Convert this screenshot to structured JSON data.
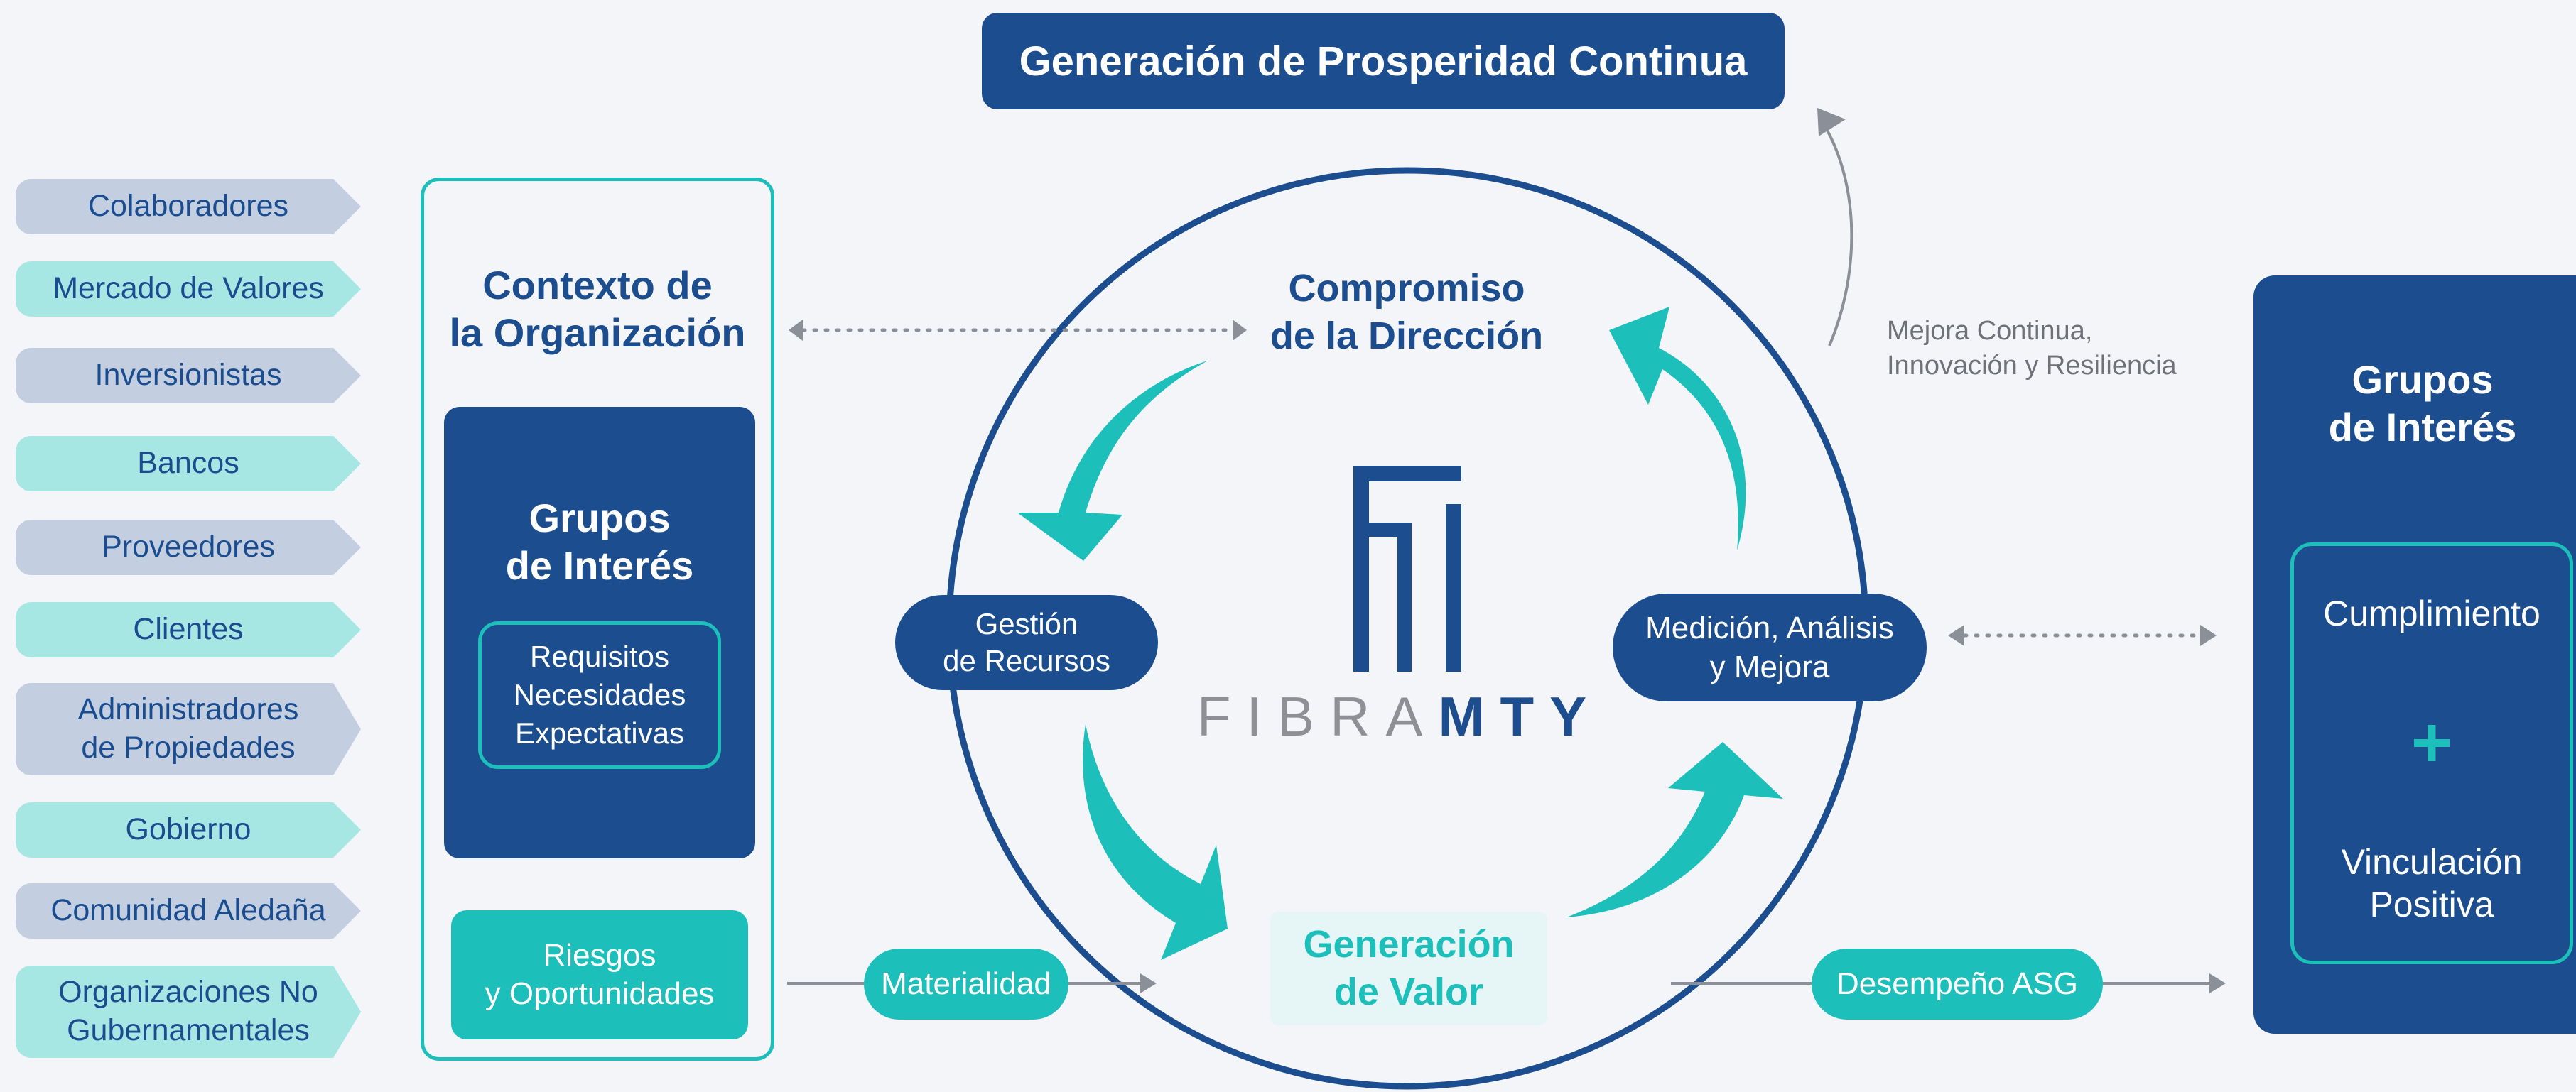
{
  "top_banner": "Generación de Prosperidad Continua",
  "stakeholders": [
    {
      "label": "Colaboradores",
      "style": "gray"
    },
    {
      "label": "Mercado de Valores",
      "style": "teal"
    },
    {
      "label": "Inversionistas",
      "style": "gray"
    },
    {
      "label": "Bancos",
      "style": "teal"
    },
    {
      "label": "Proveedores",
      "style": "gray"
    },
    {
      "label": "Clientes",
      "style": "teal"
    },
    {
      "label": "Administradores\nde Propiedades",
      "style": "gray"
    },
    {
      "label": "Gobierno",
      "style": "teal"
    },
    {
      "label": "Comunidad Aledaña",
      "style": "gray"
    },
    {
      "label": "Organizaciones No\nGubernamentales",
      "style": "teal"
    }
  ],
  "context_panel": {
    "title": "Contexto de\nla Organización",
    "stakeholders_box": {
      "title": "Grupos\nde Interés",
      "inner": "Requisitos\nNecesidades\nExpectativas"
    },
    "risks": "Riesgos\ny Oportunidades"
  },
  "cycle": {
    "top": "Compromiso\nde la Dirección",
    "left": "Gestión\nde Recursos",
    "right": "Medición, Análisis\ny Mejora",
    "bottom": "Generación\nde Valor",
    "logo_text_light": "FIBRA",
    "logo_text_bold": "MTY"
  },
  "materiality": "Materialidad",
  "improvement_note": "Mejora Continua,\nInnovación y Resiliencia",
  "esg_performance": "Desempeño ASG",
  "right_panel": {
    "title": "Grupos\nde Interés",
    "top": "Cumplimiento",
    "plus": "+",
    "bottom": "Vinculación\nPositiva"
  },
  "colors": {
    "navy": "#1b4d8f",
    "teal": "#1dbfbb",
    "light_teal": "#a6e7e4",
    "gray_tag": "#c3cee0",
    "background": "#f4f5f9"
  }
}
